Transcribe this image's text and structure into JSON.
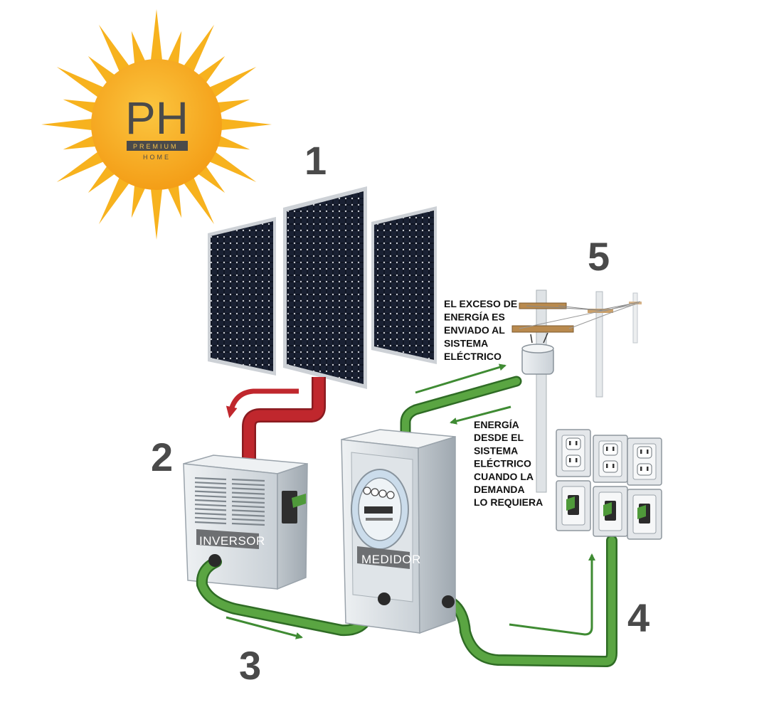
{
  "logo": {
    "initials": "PH",
    "line1": "PREMIUM",
    "line2": "HOME"
  },
  "steps": {
    "panels": "1",
    "inverter": "2",
    "wiring": "3",
    "outlets": "4",
    "grid": "5"
  },
  "labels": {
    "inverter": "INVERSOR",
    "meter": "MEDIDOR"
  },
  "notes": {
    "excess": [
      "EL EXCESO DE",
      "ENERGÍA ES",
      "ENVIADO AL",
      "SISTEMA",
      "ELÉCTRICO"
    ],
    "demand": [
      "ENERGÍA",
      "DESDE EL",
      "SISTEMA",
      "ELÉCTRICO",
      "CUANDO LA",
      "DEMANDA",
      "LO REQUIERA"
    ]
  },
  "colors": {
    "sun": "#f7b21e",
    "sun_core": "#f9a51a",
    "panel": "#101522",
    "dc_cable": "#c0272d",
    "ac_cable": "#4f9a3a",
    "arrow": "#3f8b33",
    "cabinet": "#d7dde2"
  }
}
